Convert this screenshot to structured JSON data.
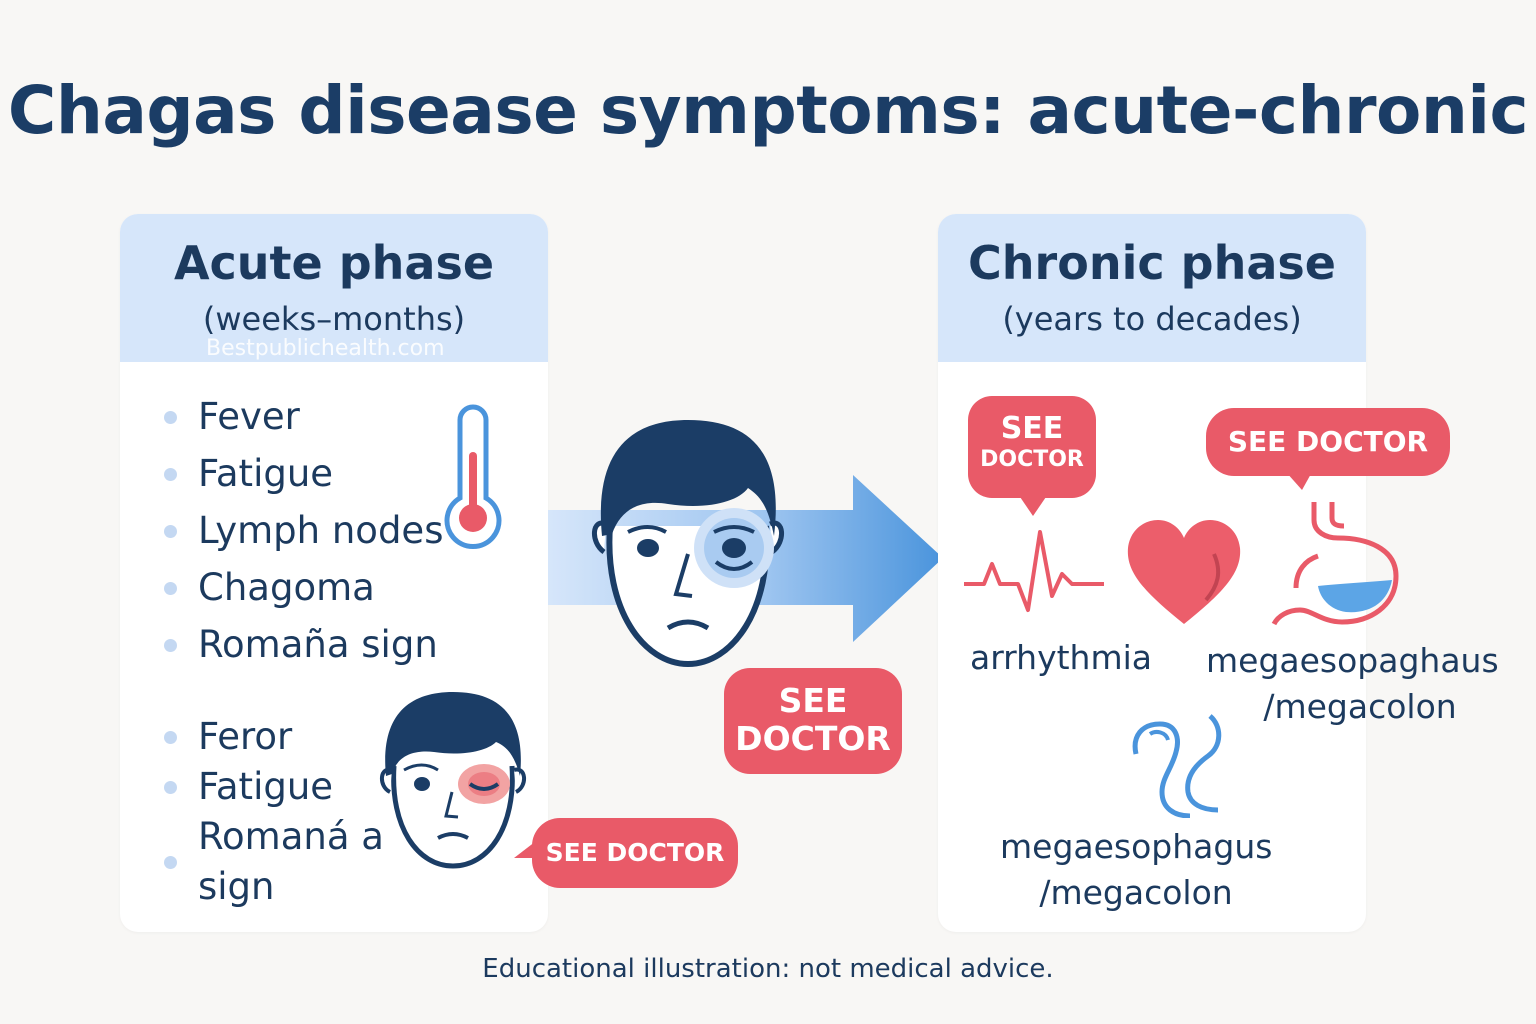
{
  "title": "Chagas disease symptoms: acute-chronic",
  "acute": {
    "title": "Acute phase",
    "subtitle": "(weeks–months)",
    "watermark": "Bestpublichealth.com",
    "list1": [
      "Fever",
      "Fatigue",
      "Lymph nodes",
      "Chagoma",
      "Romaña sign"
    ],
    "list2": [
      "Feror",
      "Fatigue",
      "Romaná a sign"
    ]
  },
  "chronic": {
    "title": "Chronic phase",
    "subtitle": "(years to decades)",
    "label_arrhythmia": "arrhythmia",
    "label_mega1_a": "megaesopaghaus",
    "label_mega1_b": "/megacolon",
    "label_mega2_a": "megaesophagus",
    "label_mega2_b": "/megacolon"
  },
  "bubbles": {
    "see_doctor_line1": "SEE",
    "see_doctor_line2": "DOCTOR",
    "see_doctor": "SEE DOCTOR"
  },
  "footer": "Educational illustration: not medical advice.",
  "colors": {
    "navy": "#1b3d66",
    "header_blue": "#d6e6fa",
    "alert_red": "#e95a68",
    "accent_blue": "#4a94dc"
  }
}
